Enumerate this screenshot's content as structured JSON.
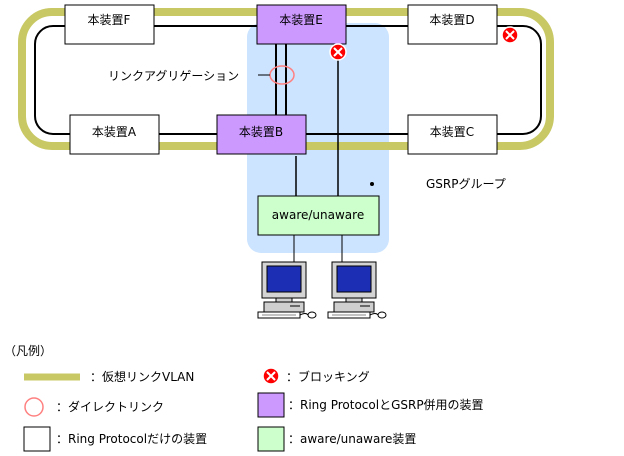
{
  "devices": {
    "a": "本装置A",
    "b": "本装置B",
    "c": "本装置C",
    "d": "本装置D",
    "e": "本装置E",
    "f": "本装置F"
  },
  "aware_box": "aware/unaware",
  "annotations": {
    "link_aggregation": "リンクアグリゲーション",
    "gsrp_group": "GSRPグループ"
  },
  "legend": {
    "title": "（凡例）",
    "virtual_link_vlan": "：仮想リンクVLAN",
    "direct_link": "：ダイレクトリンク",
    "ring_only": "：Ring Protocolだけの装置",
    "blocking": "：ブロッキング",
    "ring_gsrp": "：Ring ProtocolとGSRP併用の装置",
    "aware_device": "：aware/unaware装置"
  },
  "colors": {
    "ring_vlan": "#C8C864",
    "gsrp_area": "#CCE4FF",
    "ring_gsrp_device": "#CC99FF",
    "aware_device": "#CCFFCC",
    "blocking": "#FF0000",
    "direct_link_circle": "#FF8080"
  }
}
